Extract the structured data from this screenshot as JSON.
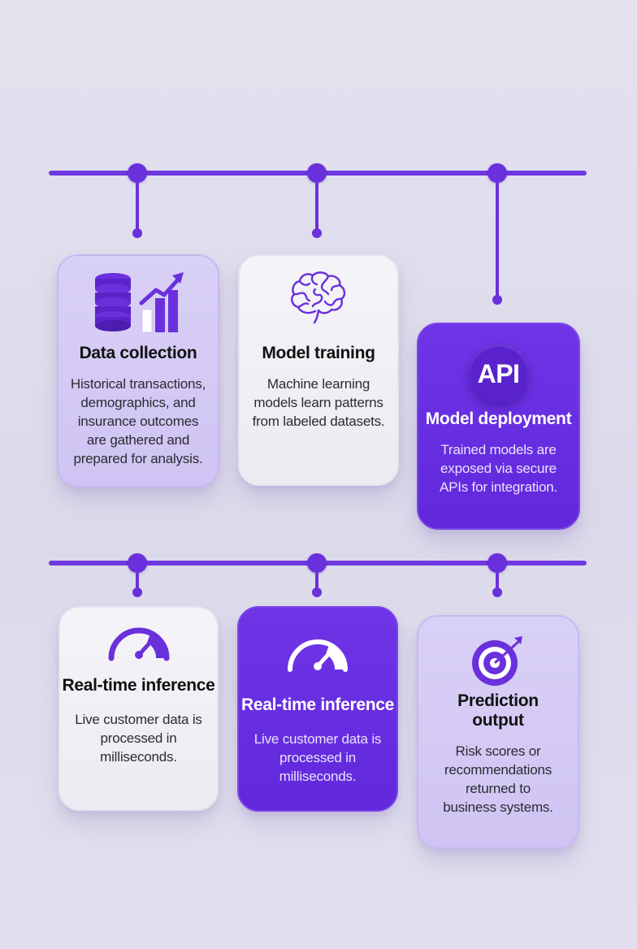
{
  "cards": [
    {
      "title": "Data collection",
      "icon": "database-chart-icon",
      "lines": [
        "Historical transactions,",
        "demographics, and",
        "insurance outcomes",
        "are gathered and",
        "prepared for analysis."
      ]
    },
    {
      "title": "Model training",
      "icon": "brain-icon",
      "lines": [
        "Machine learning",
        "models learn patterns",
        "from labeled datasets."
      ]
    },
    {
      "title": "Model deployment",
      "icon": "api-icon",
      "icon_text": "API",
      "lines": [
        "Trained models are",
        "exposed via secure",
        "APIs for integration."
      ]
    },
    {
      "title": "Real-time inference",
      "icon": "speedometer-icon",
      "lines": [
        "Live customer data is",
        "processed in",
        "milliseconds."
      ]
    },
    {
      "title": "Real-time inference",
      "icon": "speedometer-icon",
      "lines": [
        "Live customer data is",
        "processed in",
        "milliseconds."
      ]
    },
    {
      "title": [
        "Prediction",
        "output"
      ],
      "icon": "target-icon",
      "lines": [
        "Risk scores or",
        "recommendations",
        "returned to",
        "business systems."
      ]
    }
  ],
  "colors": {
    "accent": "#6a30dc",
    "card_lavender": "#d4caf5",
    "card_white": "#f1f0f5",
    "background": "#e0deec"
  }
}
